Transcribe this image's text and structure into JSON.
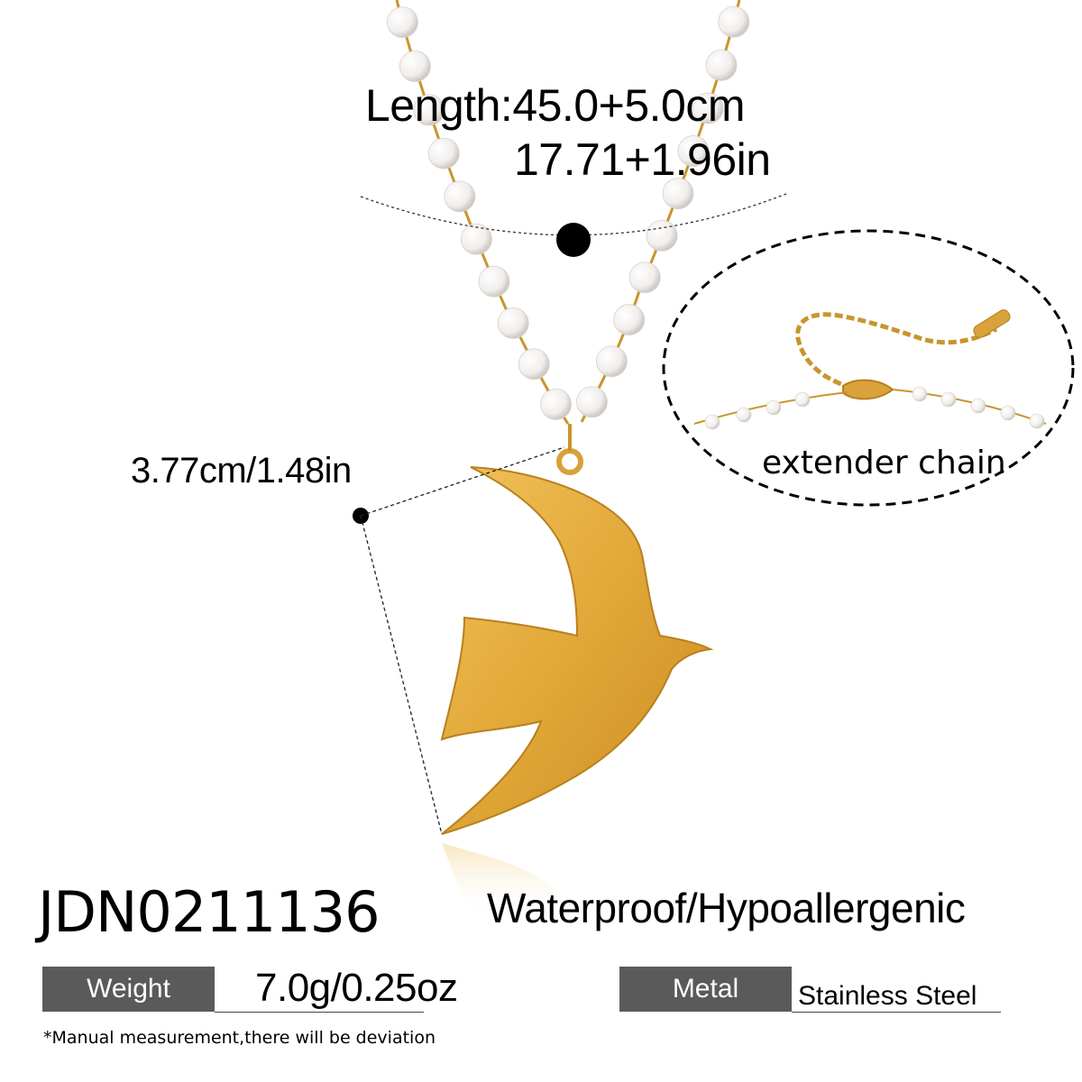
{
  "length": {
    "metric": "Length:45.0+5.0cm",
    "imperial": "17.71+1.96in"
  },
  "pendant_size": "3.77cm/1.48in",
  "extender": {
    "label": "extender chain"
  },
  "product": {
    "sku": "JDN0211136",
    "features": "Waterproof/Hypoallergenic"
  },
  "specs": {
    "weight_label": "Weight",
    "weight_value": "7.0g/0.25oz",
    "metal_label": "Metal",
    "metal_value": "Stainless Steel"
  },
  "disclaimer": "*Manual measurement,there will be deviation",
  "colors": {
    "gold": "#e0a93a",
    "gold_dark": "#b8801e",
    "pearl": "#f4f2f0",
    "label_bg": "#5a5a5a"
  }
}
